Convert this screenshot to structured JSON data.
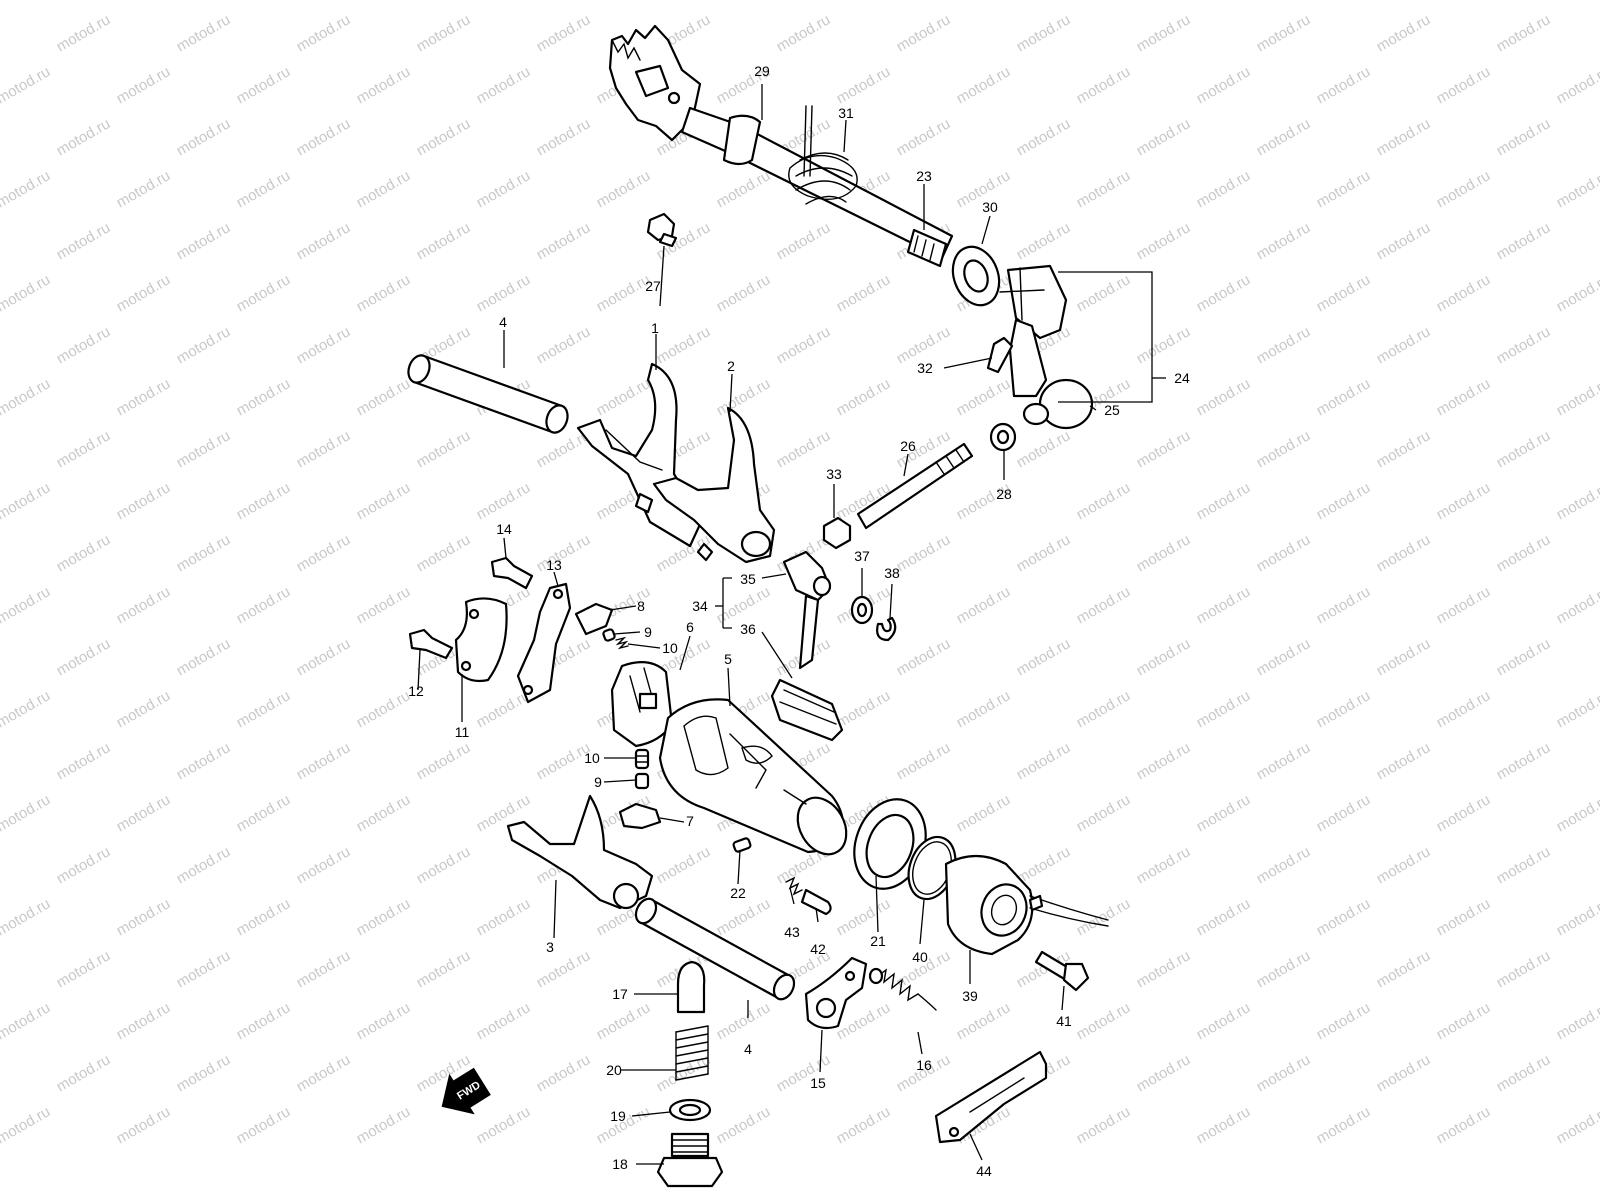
{
  "watermark": "motod.ru",
  "fwd_label": "FWD",
  "callouts": {
    "p1": "1",
    "p2": "2",
    "p3": "3",
    "p4a": "4",
    "p4b": "4",
    "p5": "5",
    "p6": "6",
    "p7": "7",
    "p8": "8",
    "p9a": "9",
    "p9b": "9",
    "p10a": "10",
    "p10b": "10",
    "p11": "11",
    "p12": "12",
    "p13": "13",
    "p14": "14",
    "p15": "15",
    "p16": "16",
    "p17": "17",
    "p18": "18",
    "p19": "19",
    "p20": "20",
    "p21": "21",
    "p22": "22",
    "p23": "23",
    "p24": "24",
    "p25": "25",
    "p26": "26",
    "p27": "27",
    "p28": "28",
    "p29": "29",
    "p30": "30",
    "p31": "31",
    "p32": "32",
    "p33": "33",
    "p34": "34",
    "p35": "35",
    "p36": "36",
    "p37": "37",
    "p38": "38",
    "p39": "39",
    "p40": "40",
    "p41": "41",
    "p42": "42",
    "p43": "43",
    "p44": "44"
  }
}
